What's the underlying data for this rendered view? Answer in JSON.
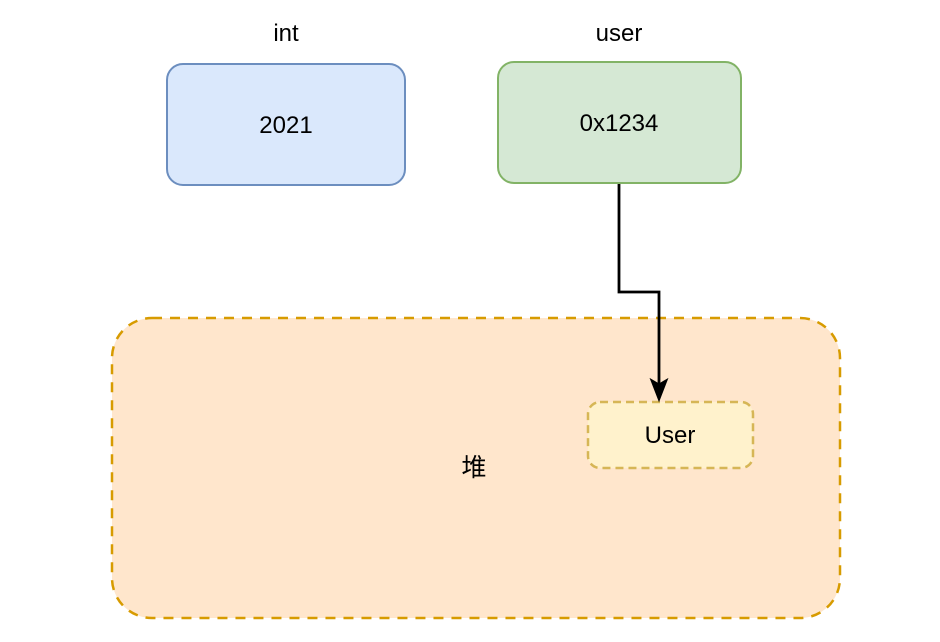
{
  "diagram": {
    "variables": [
      {
        "name": "int",
        "value": "2021"
      },
      {
        "name": "user",
        "value": "0x1234"
      }
    ],
    "heap": {
      "label": "堆",
      "object": {
        "label": "User"
      }
    },
    "palette": {
      "int_fill": "#dae8fc",
      "int_stroke": "#6c8ebf",
      "user_fill": "#d5e8d4",
      "user_stroke": "#82b366",
      "heap_fill": "#ffe6cc",
      "heap_stroke": "#d79b00",
      "object_fill": "#fff2cc",
      "object_stroke": "#d6b656",
      "arrow_color": "#000000",
      "background": "#ffffff"
    }
  }
}
